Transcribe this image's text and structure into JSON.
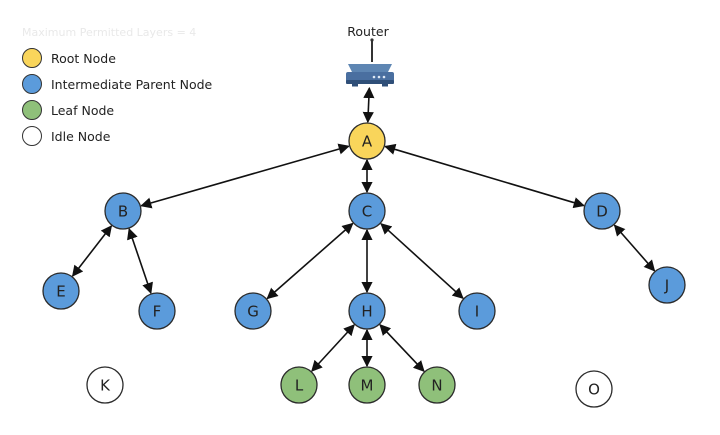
{
  "legend": {
    "title": "Maximum Permitted Layers = 4",
    "items": [
      {
        "key": "root",
        "label": "Root Node",
        "color": "#f9d55b"
      },
      {
        "key": "intermediate",
        "label": "Intermediate Parent Node",
        "color": "#5b9bdb"
      },
      {
        "key": "leaf",
        "label": "Leaf Node",
        "color": "#8fc07a"
      },
      {
        "key": "idle",
        "label": "Idle Node",
        "color": "#ffffff"
      }
    ]
  },
  "router": {
    "label": "Router",
    "icon": "router-icon"
  },
  "nodes": [
    {
      "id": "A",
      "label": "A",
      "type": "root"
    },
    {
      "id": "B",
      "label": "B",
      "type": "intermediate"
    },
    {
      "id": "C",
      "label": "C",
      "type": "intermediate"
    },
    {
      "id": "D",
      "label": "D",
      "type": "intermediate"
    },
    {
      "id": "E",
      "label": "E",
      "type": "intermediate"
    },
    {
      "id": "F",
      "label": "F",
      "type": "intermediate"
    },
    {
      "id": "G",
      "label": "G",
      "type": "intermediate"
    },
    {
      "id": "H",
      "label": "H",
      "type": "intermediate"
    },
    {
      "id": "I",
      "label": "I",
      "type": "intermediate"
    },
    {
      "id": "J",
      "label": "J",
      "type": "intermediate"
    },
    {
      "id": "K",
      "label": "K",
      "type": "idle"
    },
    {
      "id": "L",
      "label": "L",
      "type": "leaf"
    },
    {
      "id": "M",
      "label": "M",
      "type": "leaf"
    },
    {
      "id": "N",
      "label": "N",
      "type": "leaf"
    },
    {
      "id": "O",
      "label": "O",
      "type": "idle"
    }
  ],
  "edges": [
    [
      "Router",
      "A"
    ],
    [
      "A",
      "B"
    ],
    [
      "A",
      "C"
    ],
    [
      "A",
      "D"
    ],
    [
      "B",
      "E"
    ],
    [
      "B",
      "F"
    ],
    [
      "C",
      "G"
    ],
    [
      "C",
      "H"
    ],
    [
      "C",
      "I"
    ],
    [
      "D",
      "J"
    ],
    [
      "H",
      "L"
    ],
    [
      "H",
      "M"
    ],
    [
      "H",
      "N"
    ]
  ]
}
